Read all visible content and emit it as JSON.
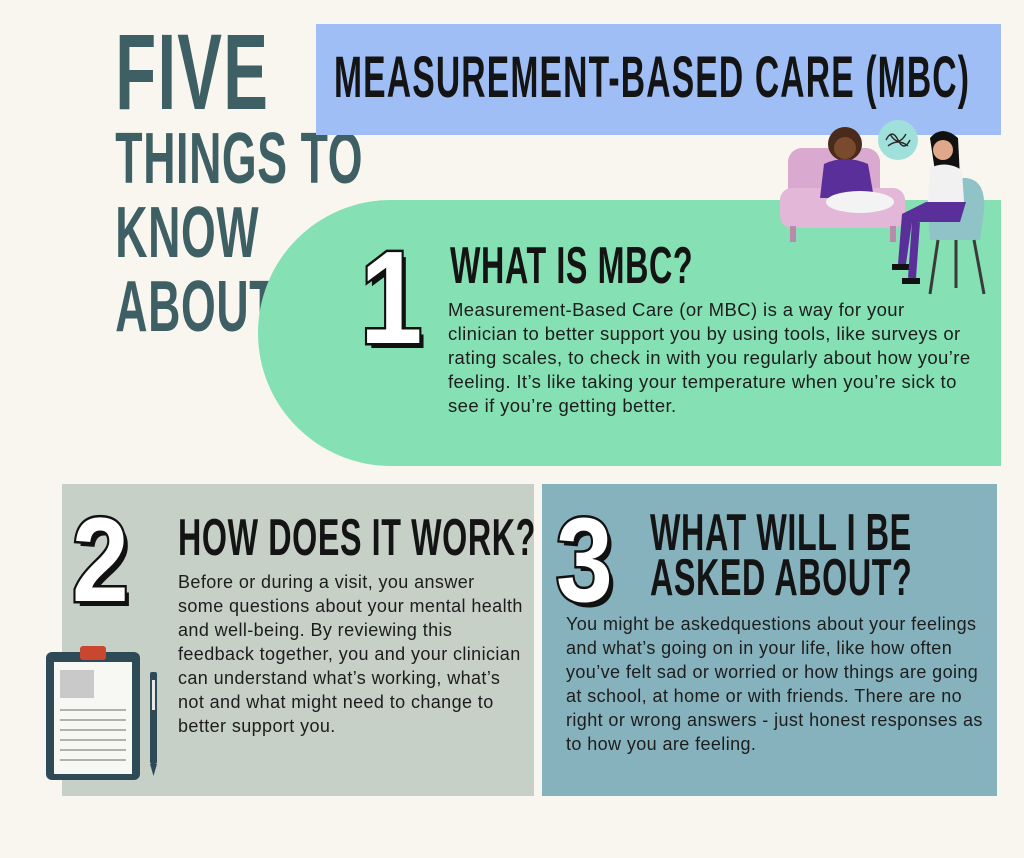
{
  "left_title": {
    "line1": "FIVE",
    "line2": "THINGS TO",
    "line3": "KNOW",
    "line4": "ABOUT MBC"
  },
  "header": {
    "title": "MEASUREMENT-BASED CARE (MBC)"
  },
  "sections": [
    {
      "number": "1",
      "heading": "WHAT IS MBC?",
      "body": "Measurement-Based Care (or MBC) is a way for your clinician to better support you by using tools, like surveys or rating scales, to check in with you regularly about how you’re feeling. It’s like taking your temperature when you’re sick to see if you’re getting better."
    },
    {
      "number": "2",
      "heading": "HOW DOES IT WORK?",
      "body": "Before or during a visit, you answer some questions about your mental health and well-being. By reviewing this feedback together, you and your clinician can understand what’s working, what’s not and what might need to change to better support you."
    },
    {
      "number": "3",
      "heading_line1": "WHAT WILL I BE",
      "heading_line2": "ASKED ABOUT?",
      "body": "You might be askedquestions about your feelings and what’s going on in your life, like how often you’ve felt sad or worried or how things are going at school, at home or with friends. There are no right or wrong answers - just honest responses as to how you are feeling."
    }
  ],
  "colors": {
    "background": "#f8f6ef",
    "title_teal": "#3e5f63",
    "header_blue": "#9fbef6",
    "section1_green": "#85e0b3",
    "section2_gray": "#c6d0c7",
    "section3_blue": "#86b2bd"
  },
  "illustrations": [
    "clinician-and-patient-illustration",
    "clipboard-icon",
    "pen-icon"
  ]
}
